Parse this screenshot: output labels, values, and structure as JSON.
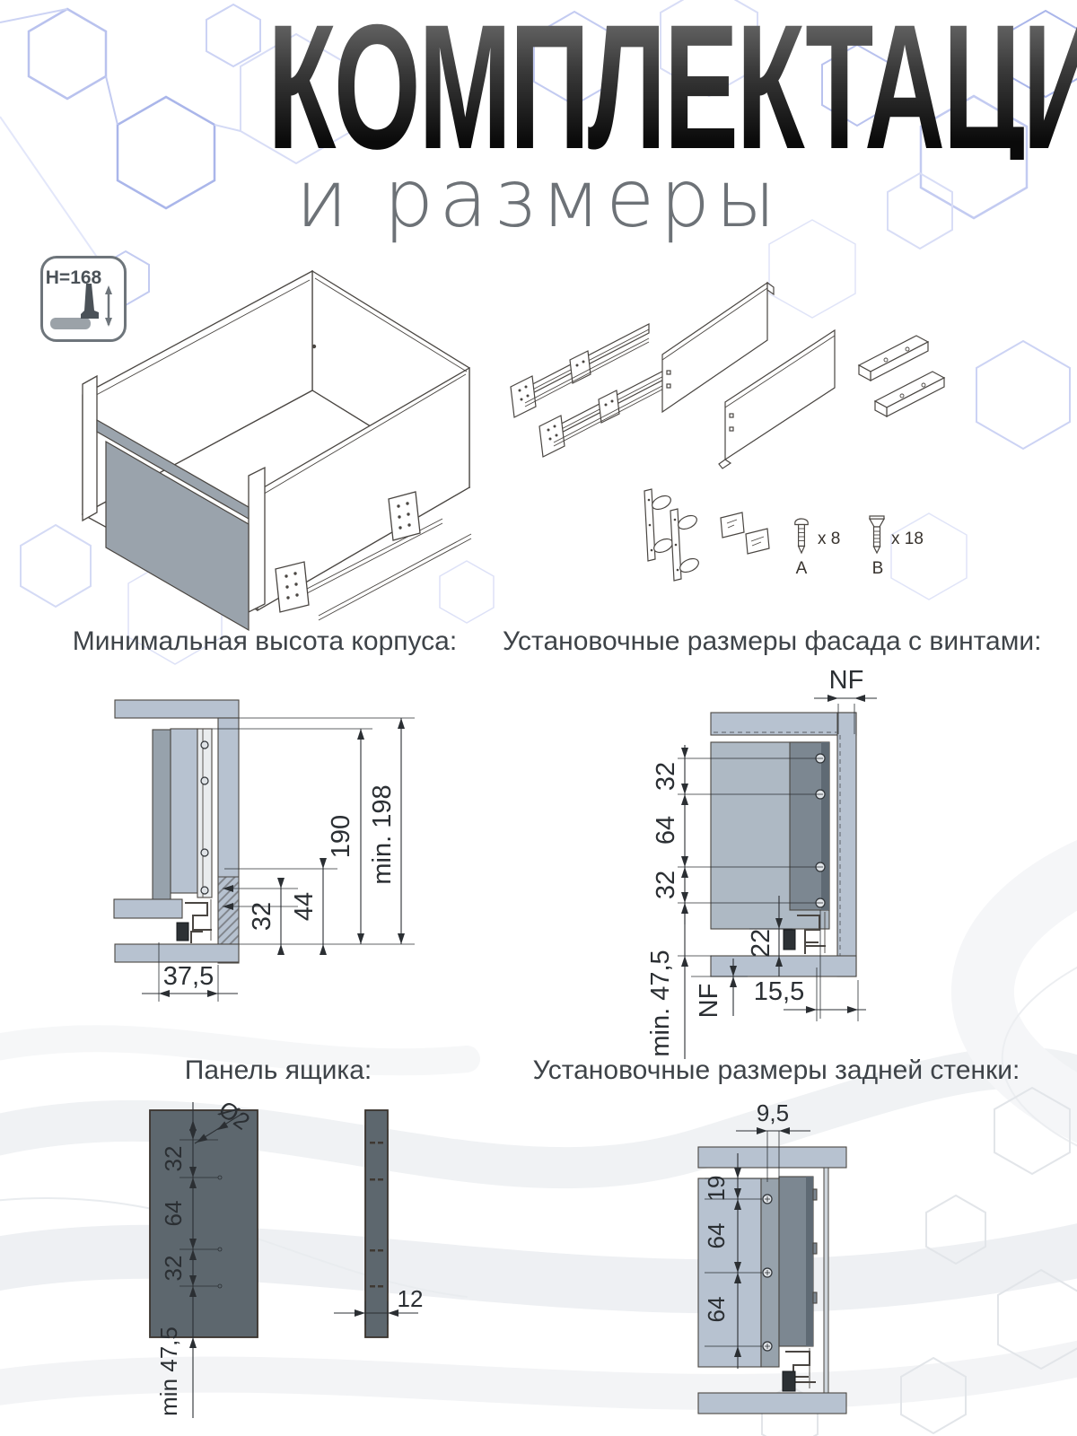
{
  "header": {
    "title": "КОМПЛЕКТАЦИЯ",
    "subtitle": "и размеры"
  },
  "badge": {
    "label": "H=168"
  },
  "kit": {
    "screw_a": {
      "qty": "x 8",
      "letter": "A"
    },
    "screw_b": {
      "qty": "x 18",
      "letter": "B"
    }
  },
  "sections": {
    "cabinet_height": {
      "heading": "Минимальная высота корпуса:",
      "dims": {
        "d190": "190",
        "min198": "min. 198",
        "d32": "32",
        "d44": "44",
        "d375": "37,5"
      }
    },
    "facade": {
      "heading": "Установочные размеры фасада с винтами:",
      "dims": {
        "nf_top": "NF",
        "d32a": "32",
        "d64": "64",
        "d32b": "32",
        "d22": "22",
        "min475": "min. 47,5",
        "nf_bottom": "NF",
        "d155": "15,5"
      }
    },
    "drawer_panel": {
      "heading": "Панель ящика:",
      "dims": {
        "drill": "Ø2",
        "d32a": "32",
        "d64": "64",
        "d32b": "32",
        "min475": "min 47,5",
        "d12": "12"
      }
    },
    "back_wall": {
      "heading": "Установочные размеры задней стенки:",
      "dims": {
        "d95": "9,5",
        "d19": "19",
        "d64a": "64",
        "d64b": "64"
      }
    }
  }
}
